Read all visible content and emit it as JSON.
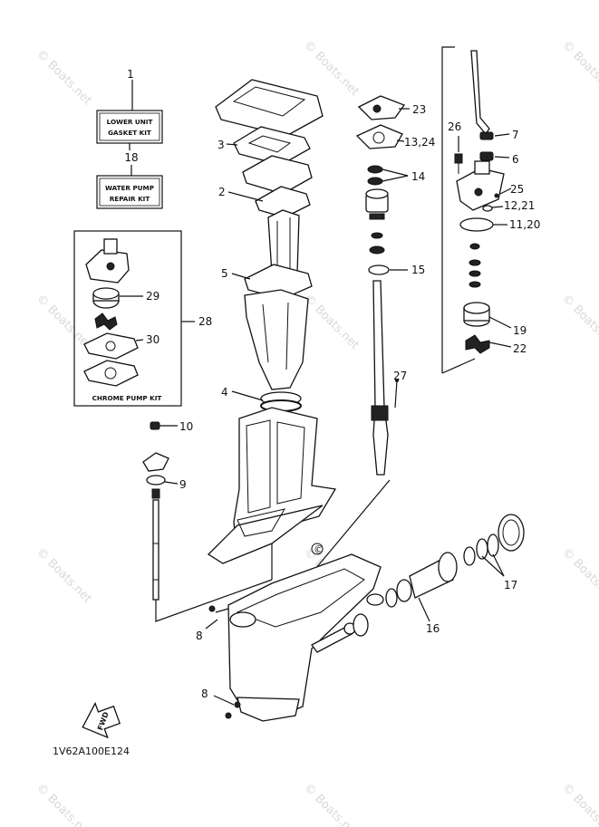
{
  "diagram_code": "1V62A100E124",
  "kits": {
    "gasket": {
      "number": "1",
      "line1": "LOWER UNIT",
      "line2": "GASKET KIT"
    },
    "water_pump": {
      "number": "18",
      "line1": "WATER PUMP",
      "line2": "REPAIR KIT"
    },
    "chrome_pump": {
      "number": "28",
      "label": "CHROME PUMP KIT"
    }
  },
  "callouts": {
    "c2": "2",
    "c3": "3",
    "c4": "4",
    "c5": "5",
    "c6": "6",
    "c7": "7",
    "c8a": "8",
    "c8b": "8",
    "c9": "9",
    "c10": "10",
    "c11_20": "11,20",
    "c12_21": "12,21",
    "c13_24": "13,24",
    "c14": "14",
    "c15": "15",
    "c16": "16",
    "c17": "17",
    "c19": "19",
    "c22": "22",
    "c23": "23",
    "c25": "25",
    "c26": "26",
    "c27": "27",
    "c29": "29",
    "c30": "30"
  },
  "fwd_label": "FWD",
  "watermark": "© Boats.net",
  "icons": {
    "fwd": "fwd-arrow-icon"
  }
}
